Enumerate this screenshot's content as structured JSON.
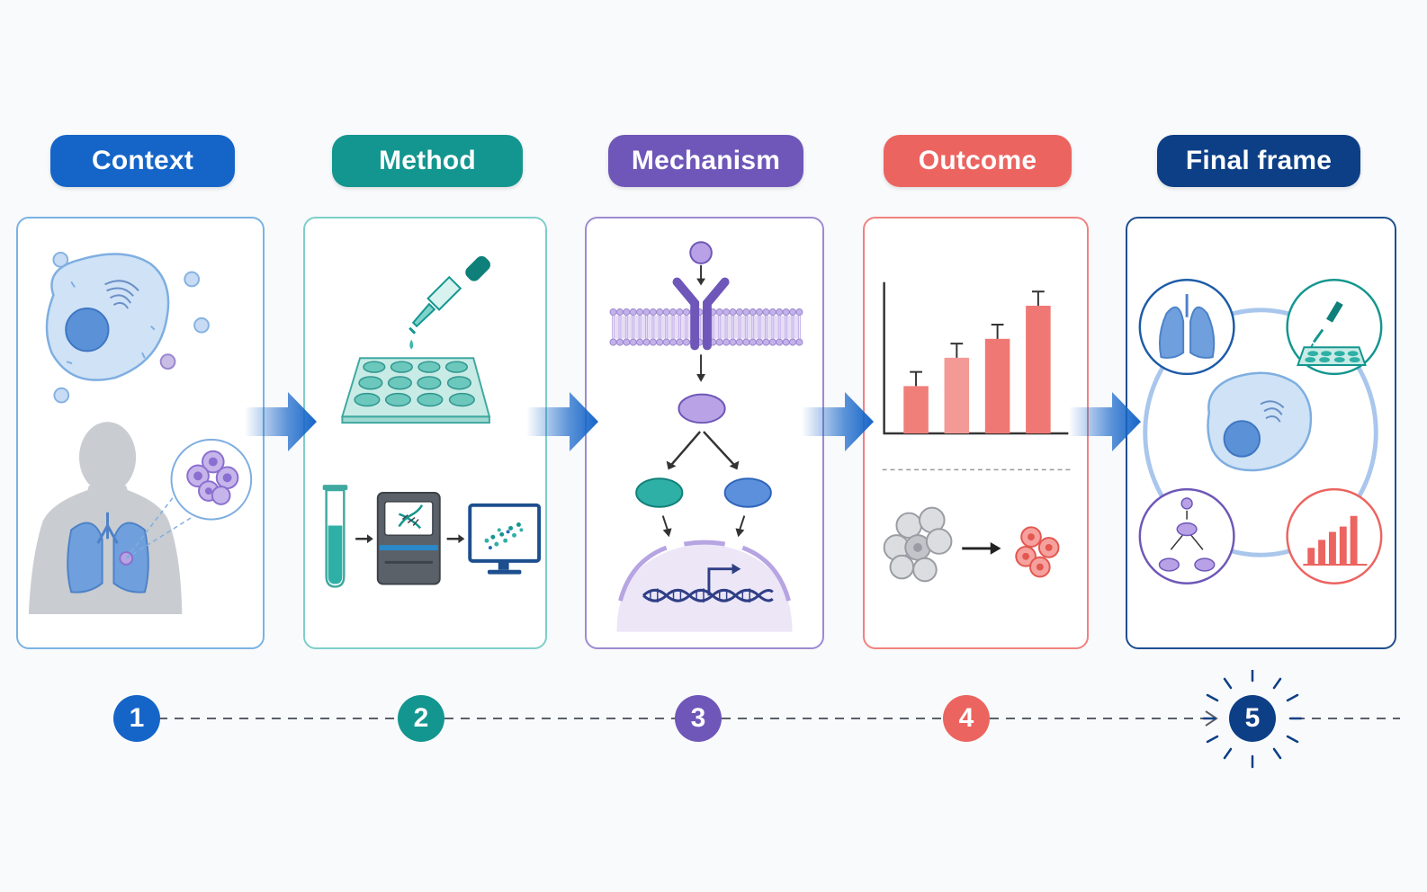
{
  "stages": [
    {
      "title": "Context",
      "color": "#1565c8",
      "step": "1"
    },
    {
      "title": "Method",
      "color": "#13968f",
      "step": "2"
    },
    {
      "title": "Mechanism",
      "color": "#6e57b8",
      "step": "3"
    },
    {
      "title": "Outcome",
      "color": "#ec6460",
      "step": "4"
    },
    {
      "title": "Final frame",
      "color": "#0c3f86",
      "step": "5"
    }
  ],
  "outcome_chart": {
    "type": "bar",
    "values": [
      1.0,
      1.6,
      2.0,
      2.7
    ],
    "error": [
      0.3,
      0.3,
      0.3,
      0.3
    ],
    "ylim": [
      0,
      3.2
    ]
  },
  "icons": {
    "context": [
      "cell-icon",
      "human-lungs-icon",
      "tumor-cells-icon"
    ],
    "method": [
      "dropper-icon",
      "well-plate-icon",
      "test-tube-icon",
      "sequencer-icon",
      "monitor-icon"
    ],
    "mechanism": [
      "ligand-icon",
      "receptor-icon",
      "membrane-icon",
      "signal-node-icon",
      "dna-icon"
    ],
    "outcome": [
      "bar-chart-icon",
      "cell-cluster-icon",
      "arrow-icon"
    ],
    "final": [
      "lungs-icon",
      "well-plate-icon",
      "cell-icon",
      "pathway-icon",
      "bar-chart-icon"
    ]
  }
}
